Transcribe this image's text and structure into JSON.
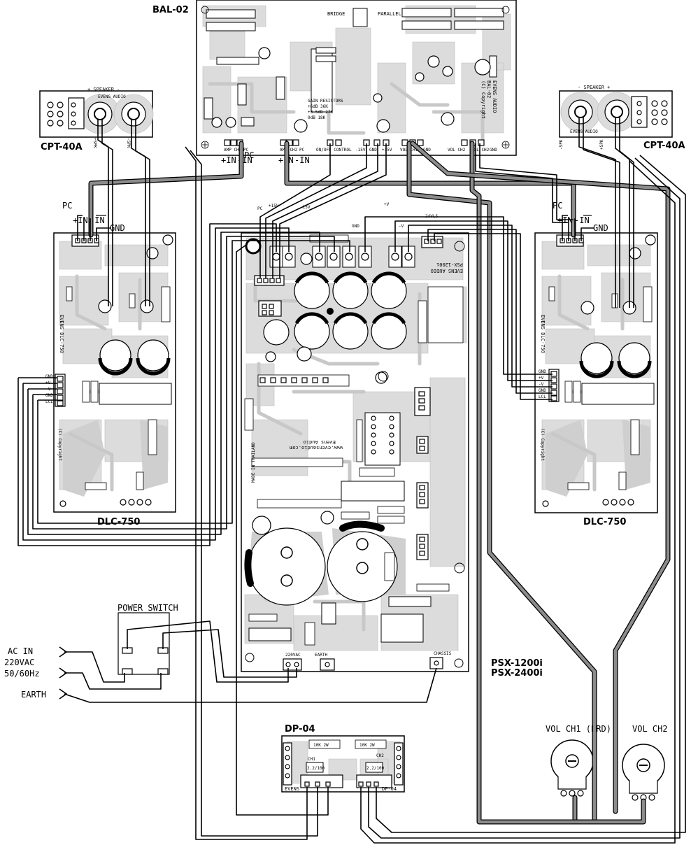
{
  "colors": {
    "wire": "#000000",
    "bus_outer": "#000000",
    "bus_inner": "#8c8c8c",
    "copper": "#dcdcdc",
    "board": "#ffffff"
  },
  "boards": {
    "bal02": {
      "name": "BAL-02",
      "text": [
        "EVENS AUDIO",
        "BAL-02",
        "(C) Copyright"
      ],
      "top_labels": [
        "BRIDGE",
        "PARALLEL"
      ],
      "pins": [
        "AMP CH1",
        "PC",
        "AMP CH2",
        "PC",
        "ON/OFF CONTROL",
        "-15V",
        "GND",
        "+15V",
        "VOL CH1",
        "GND",
        "VOL CH2",
        "VOL CH2",
        "GND"
      ],
      "wire_labels": [
        "+IN",
        "-IN",
        "PC",
        "+IN",
        "-IN"
      ],
      "table": [
        "GAIN RESISTORS",
        "+6dB  36K",
        "+3.5dB 27K",
        "0dB   18K"
      ]
    },
    "cpt_left": {
      "name": "CPT-40A",
      "header": "+ SPEAKER -",
      "brand": "EVENS AUDIO",
      "pins": [
        "-SPK",
        "+SPK"
      ]
    },
    "cpt_right": {
      "name": "CPT-40A",
      "header": "- SPEAKER +",
      "brand": "EVENS AUDIO",
      "pins": [
        "-SPK",
        "+SPK"
      ]
    },
    "dlc_left": {
      "name": "DLC-750",
      "vertical": "EVENS DLC-750",
      "copyright": "(C) Copyright",
      "top_labels": [
        "PC",
        "+IN",
        "-IN",
        "GND"
      ],
      "side_pins": [
        "GND",
        "+V",
        "-V",
        "GND",
        "LCL"
      ]
    },
    "dlc_right": {
      "name": "DLC-750",
      "vertical": "EVENS DLC-750",
      "copyright": "(C) Copyright",
      "top_labels": [
        "PC",
        "+IN",
        "-IN",
        "GND"
      ],
      "side_pins": [
        "GND",
        "+V",
        "-V",
        "GND",
        "LCL"
      ]
    },
    "psx": {
      "name": "PSX-1200i",
      "name2": "PSX-2400i",
      "mirror_text": [
        "EVENS AUDIO",
        "PSX-1200i",
        "www.evensaudio.com",
        "Evens Audio",
        "MADE IN THAILAND"
      ],
      "top_labels": [
        "PC",
        "+15V",
        "-15V",
        "+V",
        "GND",
        "-V",
        "24VLS"
      ],
      "bottom_labels": [
        "220VAC",
        "EARTH",
        "CHASSIS"
      ]
    },
    "dp04": {
      "name": "DP-04",
      "brand": "EVENS",
      "model": "DP-04",
      "ch": [
        "CH1",
        "CH2"
      ],
      "res": [
        "10K 2W",
        "10K 2W"
      ],
      "cap": [
        "2.2/100",
        "2.2/100"
      ]
    }
  },
  "controls": {
    "power_switch": "POWER SWITCH",
    "ac_in": [
      "AC IN",
      "220VAC",
      "50/60Hz"
    ],
    "earth": "EARTH",
    "vol_ch1": "VOL CH1 (BRD)",
    "vol_ch2": "VOL CH2"
  }
}
